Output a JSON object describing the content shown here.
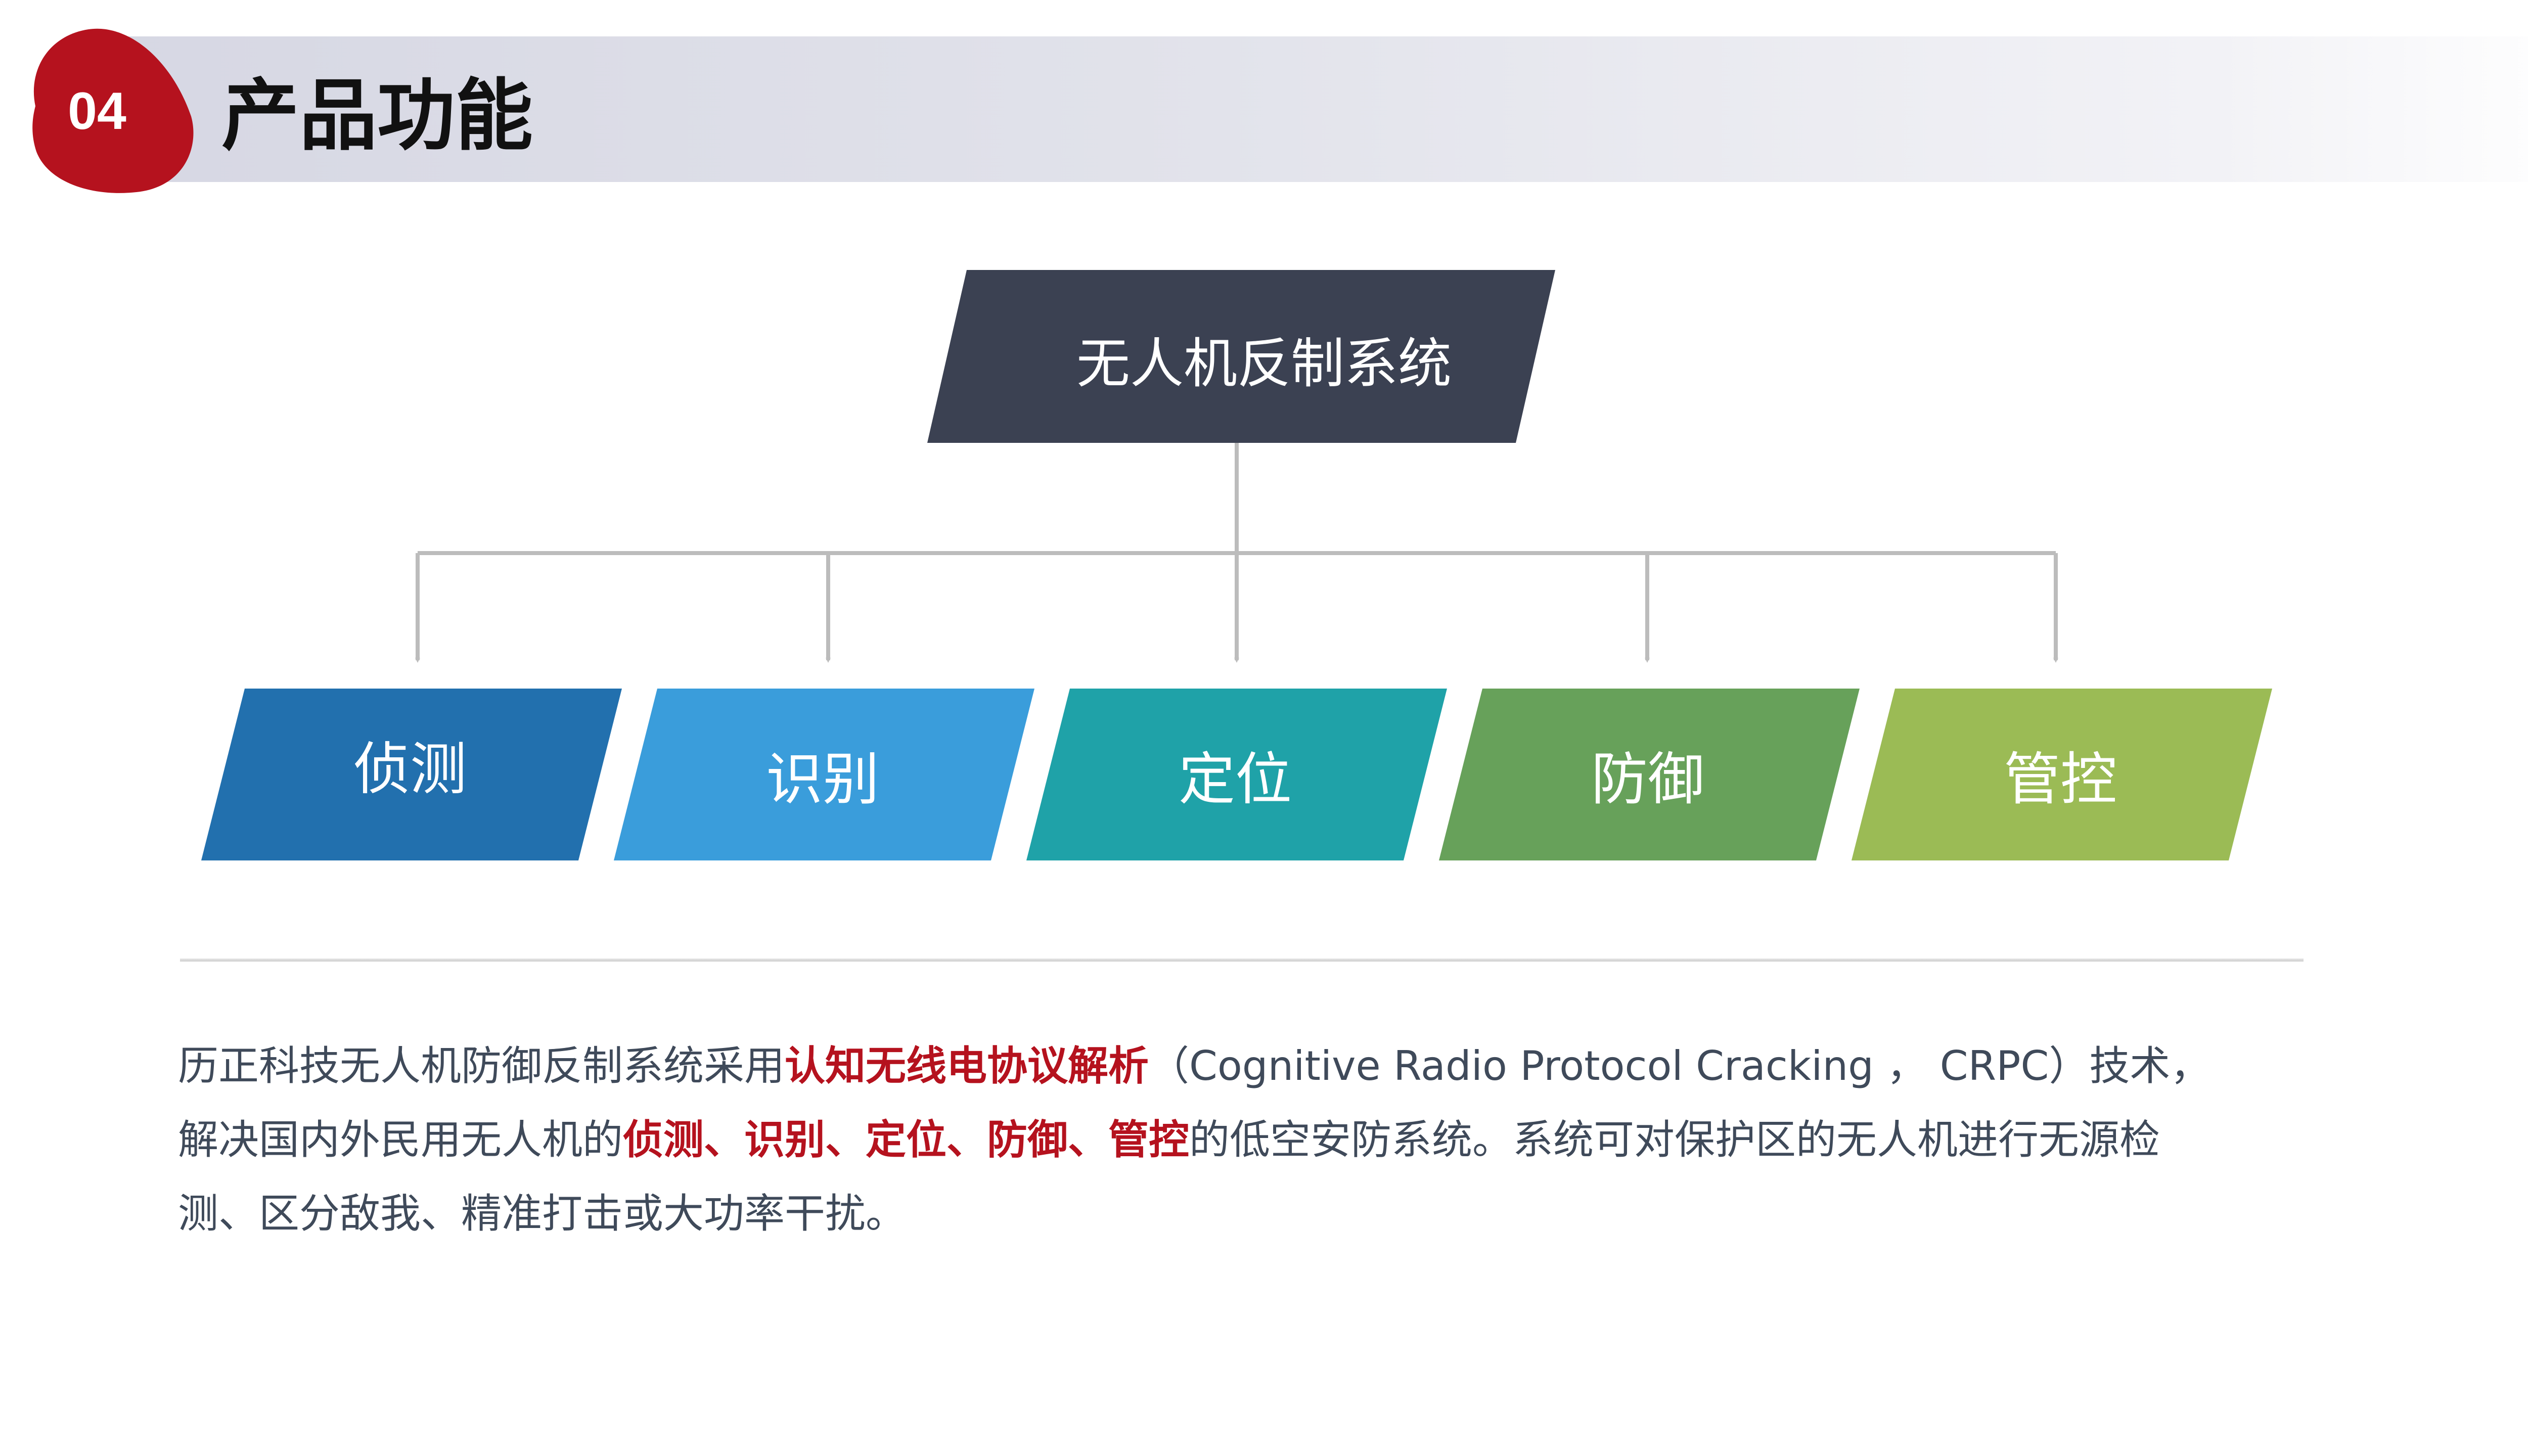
{
  "header": {
    "section_number": "04",
    "title": "产品功能"
  },
  "colors": {
    "badge_red": "#b5121e",
    "root_dark": "#3b4152",
    "connector_gray": "#bcbcbc",
    "highlight_red": "#b5121e",
    "body_text": "#3f4a5a"
  },
  "diagram": {
    "root": {
      "label": "无人机反制系统",
      "color": "#3b4152"
    },
    "children": [
      {
        "label": "侦测",
        "color": "#2270ae"
      },
      {
        "label": "识别",
        "color": "#3a9ddb"
      },
      {
        "label": "定位",
        "color": "#1fa2a8"
      },
      {
        "label": "防御",
        "color": "#67a15a"
      },
      {
        "label": "管控",
        "color": "#9bbb55"
      }
    ]
  },
  "description": {
    "line1_a": "历正科技无人机防御反制系统采用",
    "line1_highlight": "认知无线电协议解析",
    "line1_b": "（Cognitive Radio Protocol Cracking ， CRPC）技术，",
    "line2_a": "解决国内外民用无人机的",
    "line2_highlight": "侦测、识别、定位、防御、管控",
    "line2_b": "的低空安防系统。系统可对保护区的无人机进行无源检",
    "line3": "测、区分敌我、精准打击或大功率干扰。"
  }
}
